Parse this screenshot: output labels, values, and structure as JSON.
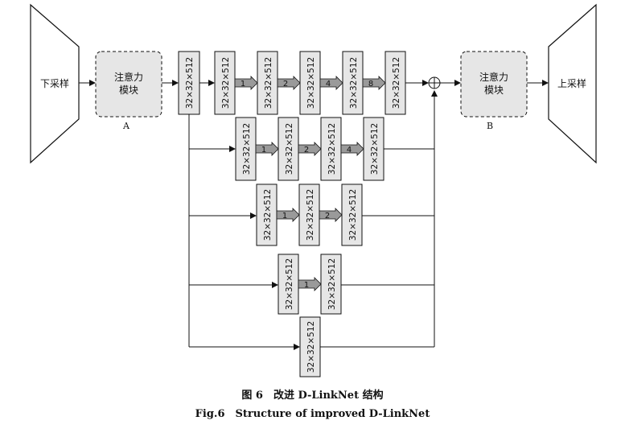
{
  "modules": {
    "downsample": "下采样",
    "upsample": "上采样",
    "attention_a_line1": "注意力",
    "attention_a_line2": "模块",
    "attention_a_tag": "A",
    "attention_b_line1": "注意力",
    "attention_b_line2": "模块",
    "attention_b_tag": "B"
  },
  "feature_label": "32×32×512",
  "branches": [
    {
      "dilations": [
        "1",
        "2",
        "4",
        "8"
      ]
    },
    {
      "dilations": [
        "1",
        "2",
        "4"
      ]
    },
    {
      "dilations": [
        "1",
        "2"
      ]
    },
    {
      "dilations": [
        "1"
      ]
    },
    {
      "dilations": []
    }
  ],
  "caption": {
    "cn": "图 6　改进 D-LinkNet 结构",
    "en": "Fig.6　Structure of improved D-LinkNet"
  }
}
